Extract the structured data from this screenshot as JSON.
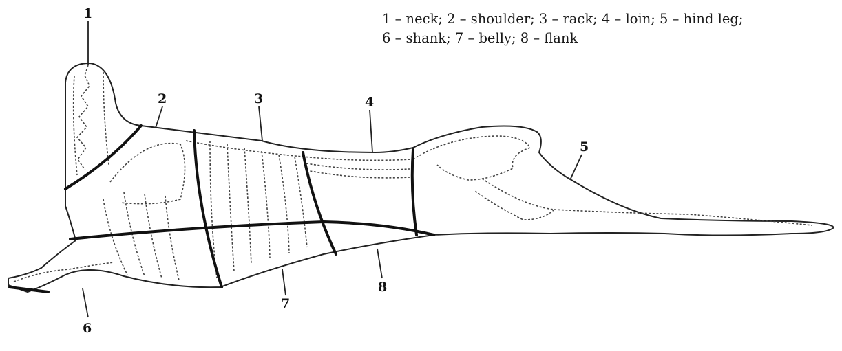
{
  "caption": {
    "line1": "1 – neck; 2 – shoulder; 3 – rack; 4 – loin; 5 – hind leg;",
    "line2": "6 – shank; 7 – belly; 8 – flank"
  },
  "labels": {
    "neck": "1",
    "shoulder": "2",
    "rack": "3",
    "loin": "4",
    "hind_leg": "5",
    "shank": "6",
    "belly": "7",
    "flank": "8"
  }
}
